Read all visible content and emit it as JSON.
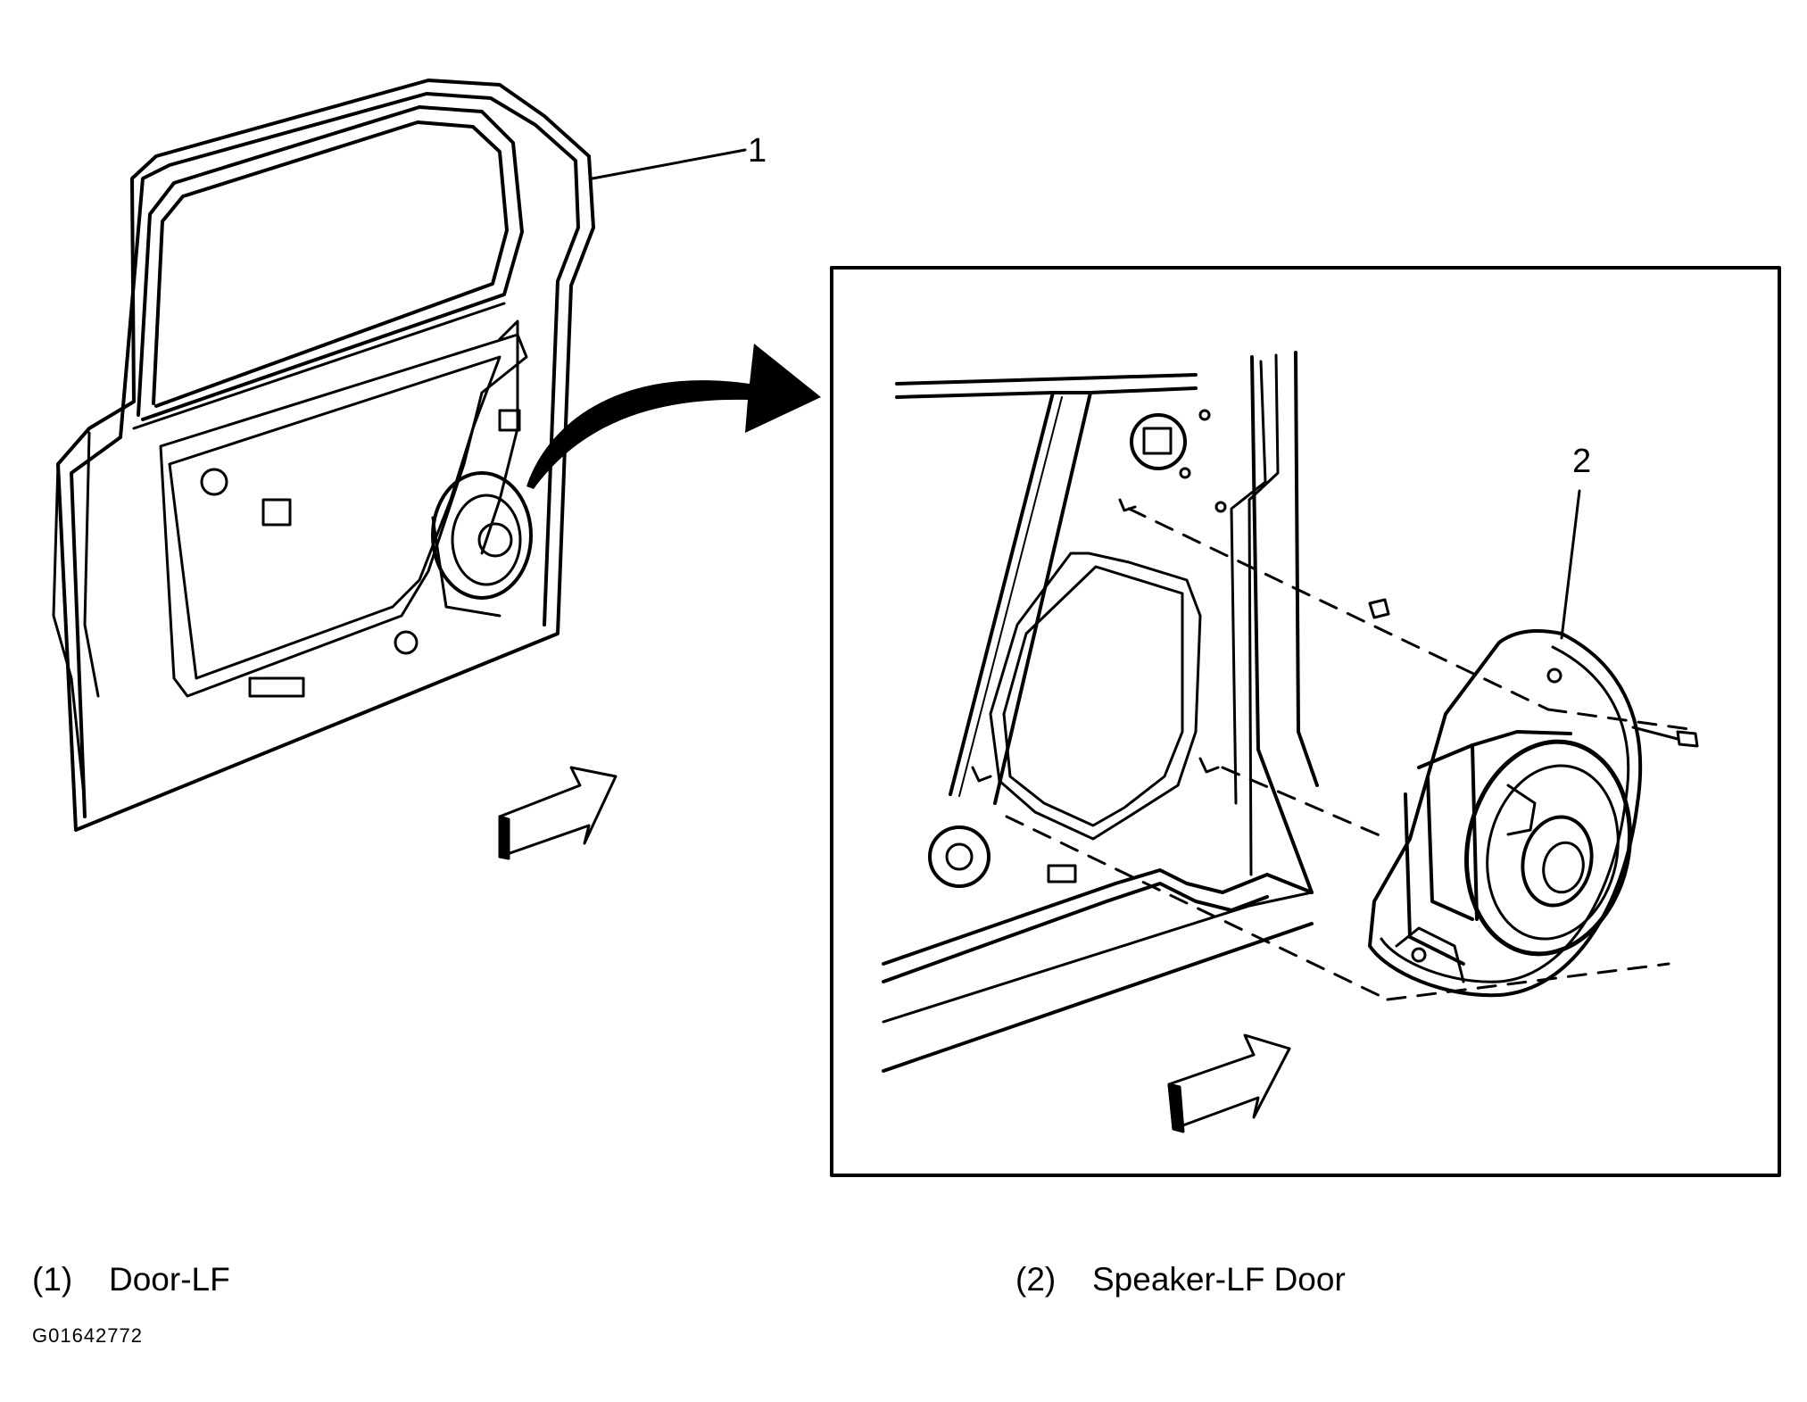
{
  "callouts": {
    "door": "1",
    "speaker": "2"
  },
  "legend": [
    {
      "number": "(1)",
      "name": "Door-LF"
    },
    {
      "number": "(2)",
      "name": "Speaker-LF Door"
    }
  ],
  "figure_id": "G01642772"
}
